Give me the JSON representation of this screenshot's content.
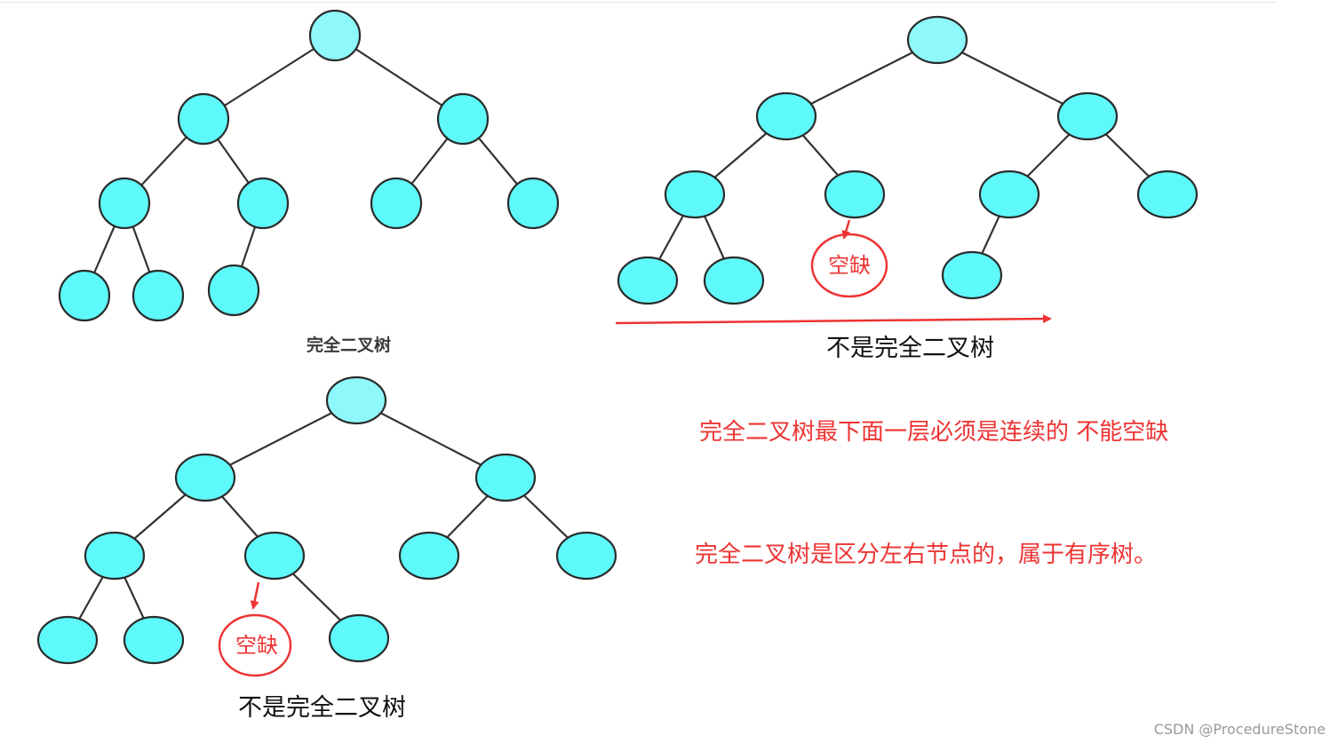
{
  "captions": {
    "complete_tree": "完全二叉树",
    "not_complete_top": "不是完全二叉树",
    "not_complete_bottom": "不是完全二叉树"
  },
  "notes": {
    "rule_last_level": "完全二叉树最下面一层必须是连续的 不能空缺",
    "rule_ordered": "完全二叉树是区分左右节点的，属于有序树。"
  },
  "missing_label": "空缺",
  "watermark": "CSDN @ProcedureStone",
  "colors": {
    "root_fill": "#8ef8fb",
    "node_fill": "#5ef9fb",
    "edge": "#333333",
    "annotation_red": "#ee3333",
    "caption_text": "#111111"
  }
}
